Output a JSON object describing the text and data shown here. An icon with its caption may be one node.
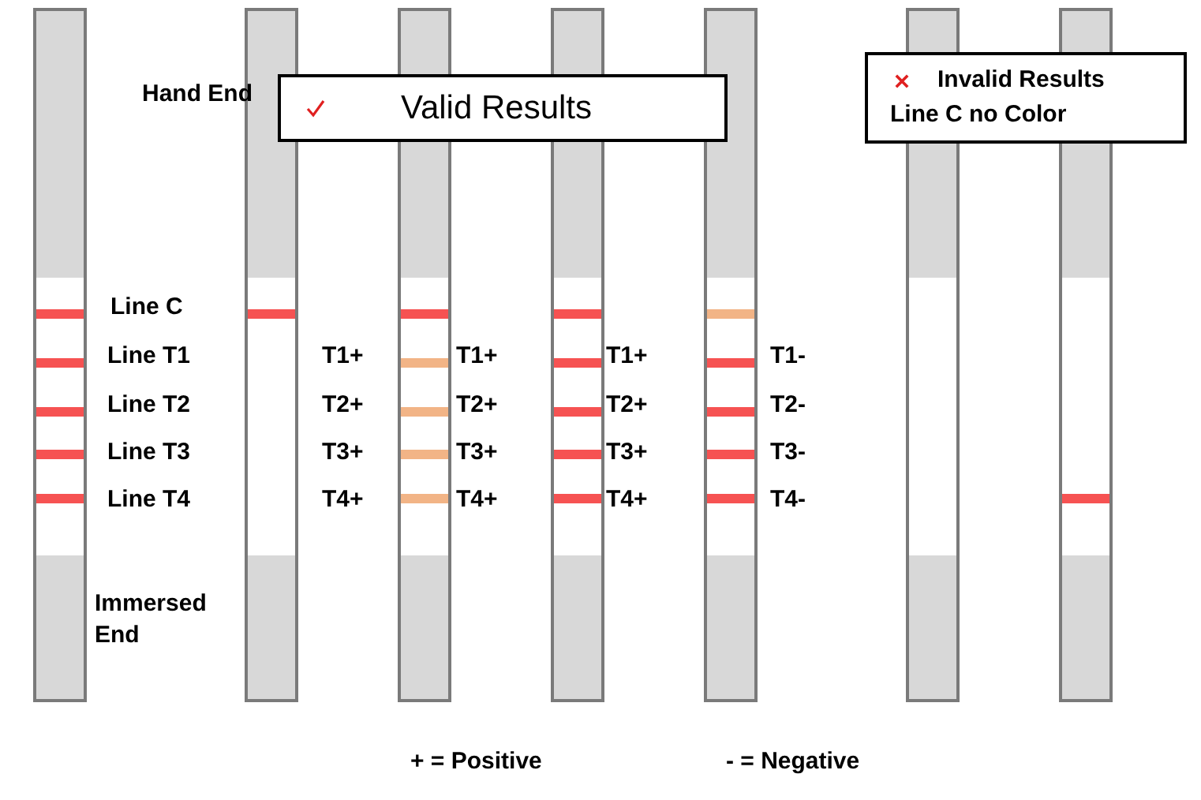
{
  "diagram": {
    "nodes": [
      {
        "text": [
          "Valid Results"
        ]
      },
      {
        "text": [
          "Invalid Results",
          "Line C no Color"
        ]
      }
    ],
    "labels": [
      "Hand End",
      "Line C",
      "Line T1",
      "T1+",
      "T1+",
      "T1+",
      "T1-",
      "Line T2",
      "T2+",
      "T2+",
      "T2+",
      "T2-",
      "Line T3",
      "T3+",
      "T3+",
      "T3+",
      "T3-",
      "Line T4",
      "T4+",
      "T4+",
      "T4+",
      "T4-",
      "Immersed End",
      "+ = Positive",
      "- = Negative"
    ]
  }
}
